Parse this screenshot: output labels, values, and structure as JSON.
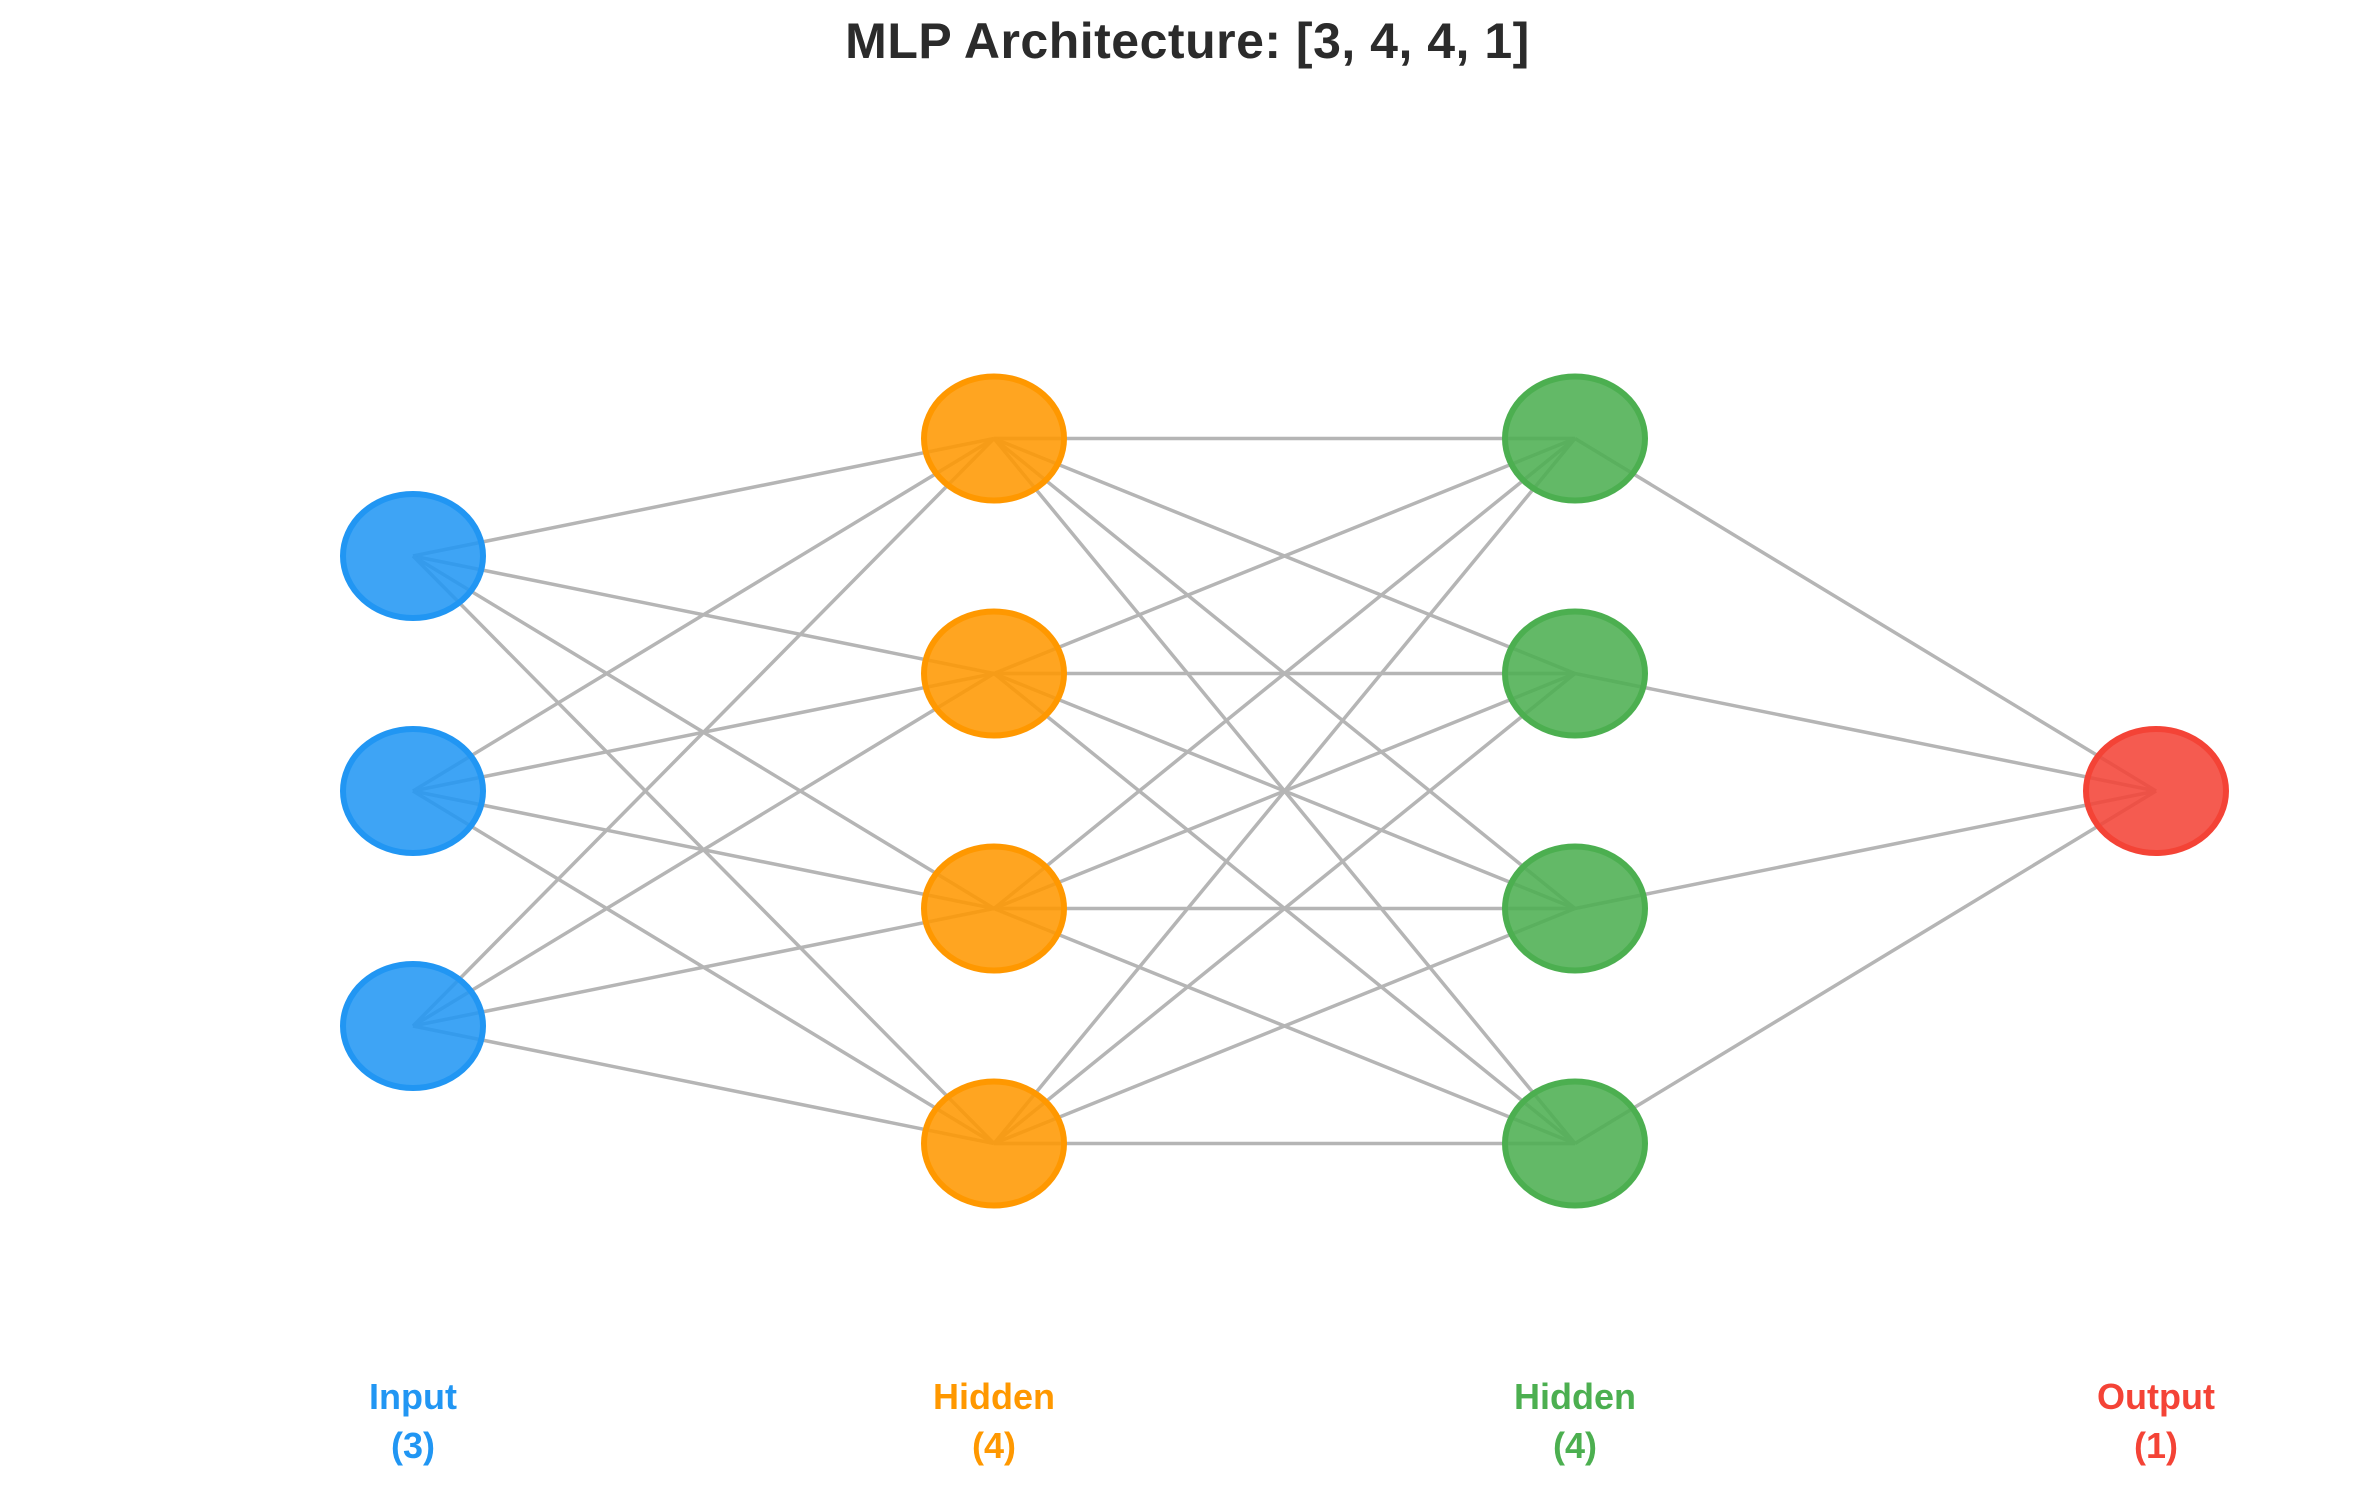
{
  "title": "MLP Architecture: [3, 4, 4, 1]",
  "architecture": [
    3,
    4,
    4,
    1
  ],
  "layers": [
    {
      "name": "input",
      "role": "Input",
      "count": 3,
      "color": "#2196F3",
      "label": {
        "line1": "Input",
        "line2": "(3)"
      }
    },
    {
      "name": "hidden-1",
      "role": "Hidden",
      "count": 4,
      "color": "#FF9800",
      "label": {
        "line1": "Hidden",
        "line2": "(4)"
      }
    },
    {
      "name": "hidden-2",
      "role": "Hidden",
      "count": 4,
      "color": "#4CAF50",
      "label": {
        "line1": "Hidden",
        "line2": "(4)"
      }
    },
    {
      "name": "output",
      "role": "Output",
      "count": 1,
      "color": "#F44336",
      "label": {
        "line1": "Output",
        "line2": "(1)"
      }
    }
  ],
  "style_colors": {
    "edge": "#b5b5b5",
    "title_text": "#2b2b2b",
    "background": "#ffffff"
  }
}
